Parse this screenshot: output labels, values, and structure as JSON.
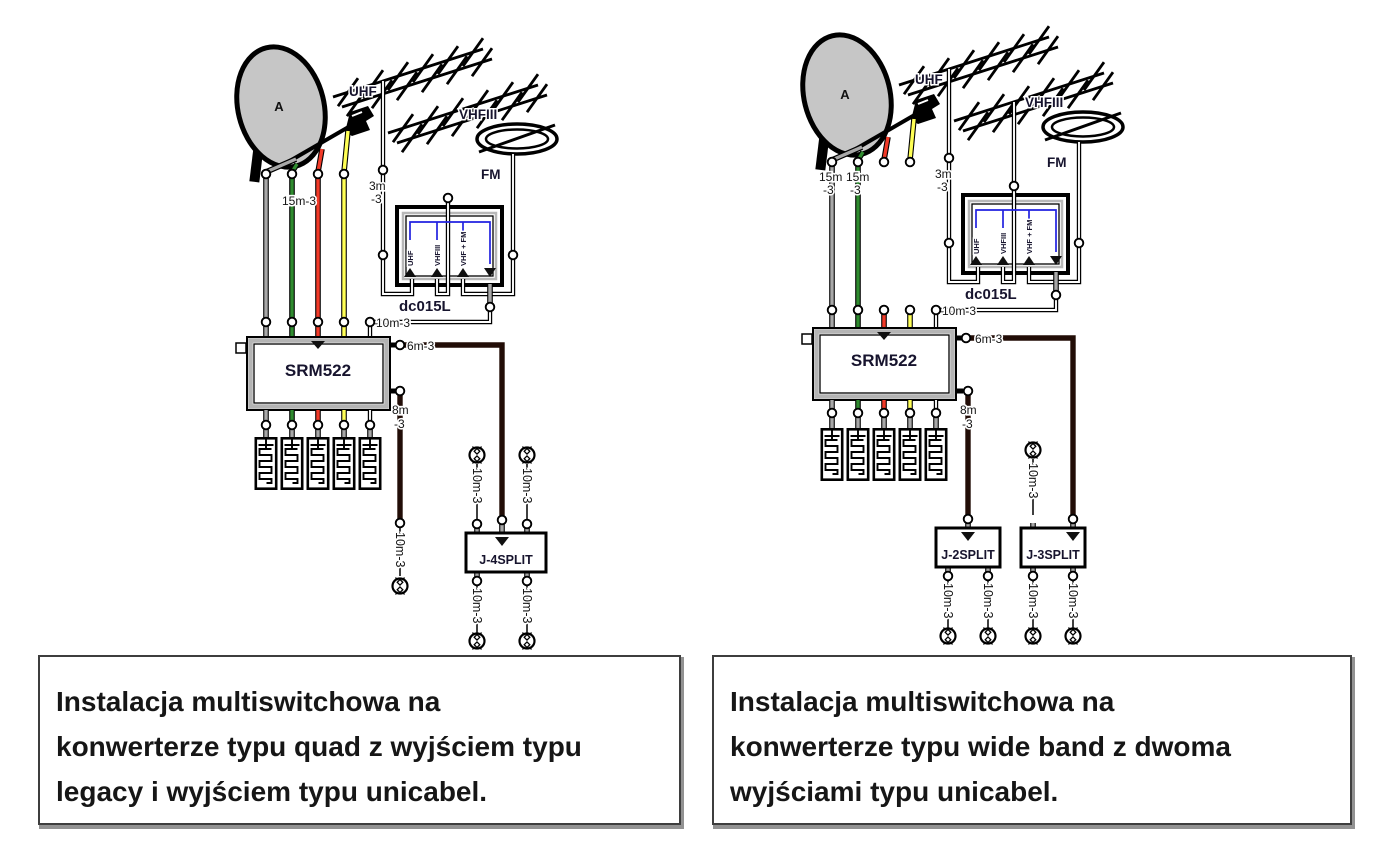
{
  "colors": {
    "cable_gray": "#a8a8a8",
    "cable_green": "#2f8b2f",
    "cable_red": "#f23a28",
    "cable_yellow": "#ffff55",
    "cable_dark": "#220d07",
    "bus_blue": "#2121e0",
    "label_navy": "#17142e"
  },
  "left": {
    "dish": "A",
    "ant_uhf": "UHF",
    "ant_vhf": "VHFIII",
    "ant_fm": "FM",
    "amp": "dc015L",
    "amp_in": [
      "UHF",
      "VHFIII",
      "VHF + FM"
    ],
    "ms": "SRM522",
    "split": "J-4SPLIT",
    "sat_len": "15m-3",
    "ter_len_a": "3m",
    "ter_len_b": "-3",
    "amp_len": "10m-3",
    "out1_len": "6m-3",
    "out2_len_a": "8m",
    "out2_len_b": "-3",
    "leg_len": "10m-3",
    "caption": [
      "Instalacja multiswitchowa na",
      "konwerterze typu quad z wyjściem typu",
      "legacy i wyjściem typu unicabel."
    ]
  },
  "right": {
    "dish": "A",
    "ant_uhf": "UHF",
    "ant_vhf": "VHFIII",
    "ant_fm": "FM",
    "amp": "dc015L",
    "amp_in": [
      "UHF",
      "VHFIII",
      "VHF + FM"
    ],
    "ms": "SRM522",
    "split1": "J-2SPLIT",
    "split2": "J-3SPLIT",
    "sat_len1a": "15m",
    "sat_len1b": "-3",
    "sat_len2a": "15m",
    "sat_len2b": "-3",
    "ter_len_a": "3m",
    "ter_len_b": "-3",
    "amp_len": "10m-3",
    "out1_len": "6m-3",
    "out2_len_a": "8m",
    "out2_len_b": "-3",
    "leg_len": "10m-3",
    "caption": [
      "Instalacja multiswitchowa na",
      "konwerterze typu wide band z dwoma",
      "wyjściami typu unicabel."
    ]
  }
}
